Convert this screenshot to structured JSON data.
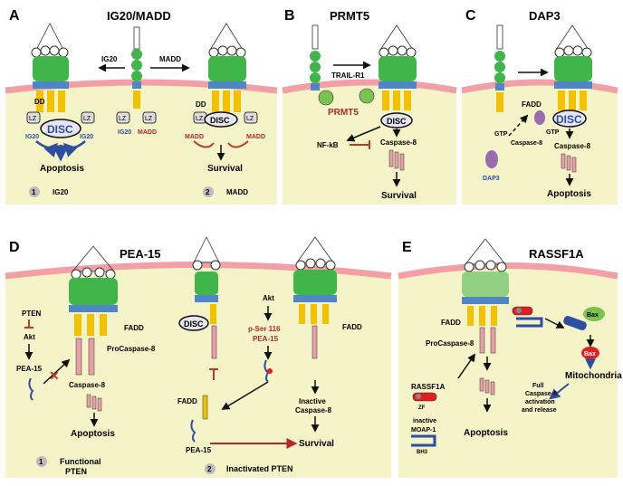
{
  "panels": {
    "A": {
      "letter": "A",
      "title": "IG20/MADD",
      "ig20": "IG20",
      "madd": "MADD",
      "dd": "DD",
      "lz": "LZ",
      "disc": "DISC",
      "apoptosis": "Apoptosis",
      "survival": "Survival",
      "num1": "1",
      "num2": "2",
      "cap1": "IG20",
      "cap2": "MADD"
    },
    "B": {
      "letter": "B",
      "title": "PRMT5",
      "trail": "TRAIL-R1",
      "prmt5": "PRMT5",
      "disc": "DISC",
      "nfkb": "NF-kB",
      "caspase8": "Caspase-8",
      "survival": "Survival"
    },
    "C": {
      "letter": "C",
      "title": "DAP3",
      "fadd": "FADD",
      "gtp1": "GTP",
      "gtp2": "GTP",
      "disc": "DISC",
      "caspase8a": "Caspase-8",
      "caspase8b": "Caspase-8",
      "dap3": "DAP3",
      "apoptosis": "Apoptosis"
    },
    "D": {
      "letter": "D",
      "title": "PEA-15",
      "pten": "PTEN",
      "akt1": "Akt",
      "pea15a": "PEA-15",
      "fadd1": "FADD",
      "procasp": "ProCaspase-8",
      "casp8": "Caspase-8",
      "apoptosis": "Apoptosis",
      "num1": "1",
      "functional1": "Functional",
      "functional2": "PTEN",
      "disc": "DISC",
      "fadd2": "FADD",
      "pea15b": "PEA-15",
      "akt2": "Akt",
      "pser1": "p-Ser 116",
      "pser2": "PEA-15",
      "fadd3": "FADD",
      "inactive1": "Inactive",
      "inactive2": "Caspase-8",
      "survival": "Survival",
      "num2": "2",
      "inactivated": "Inactivated PTEN"
    },
    "E": {
      "letter": "E",
      "title": "RASSF1A",
      "fadd": "FADD",
      "procasp": "ProCaspase-8",
      "bax1": "Bax",
      "bax2": "Bax",
      "mito": "Mitochondria",
      "full1": "Full",
      "full2": "Caspase-8",
      "full3": "activation",
      "full4": "and release",
      "rassf": "RASSF1A",
      "zf": "ZF",
      "inact1": "inactive",
      "inact2": "MOAP-1",
      "bh3": "BH3",
      "apoptosis": "Apoptosis"
    }
  },
  "colors": {
    "cell": "#f5f3c8",
    "membrane": "#f2a0a6",
    "receptor_head": "#3fb54a",
    "receptor_stalk": "#2e7d32",
    "tm": "#4f86c6",
    "dd": "#f2c200",
    "disc_text": "#2d4ea2",
    "arrow_blue": "#2d4ea2",
    "red_text": "#b3262e",
    "inhibit": "#c0392b",
    "casp_pink": "#e8a0a8",
    "dap3": "#9b6bb0",
    "bax_green": "#7cc24f",
    "bax_red": "#e02020"
  }
}
